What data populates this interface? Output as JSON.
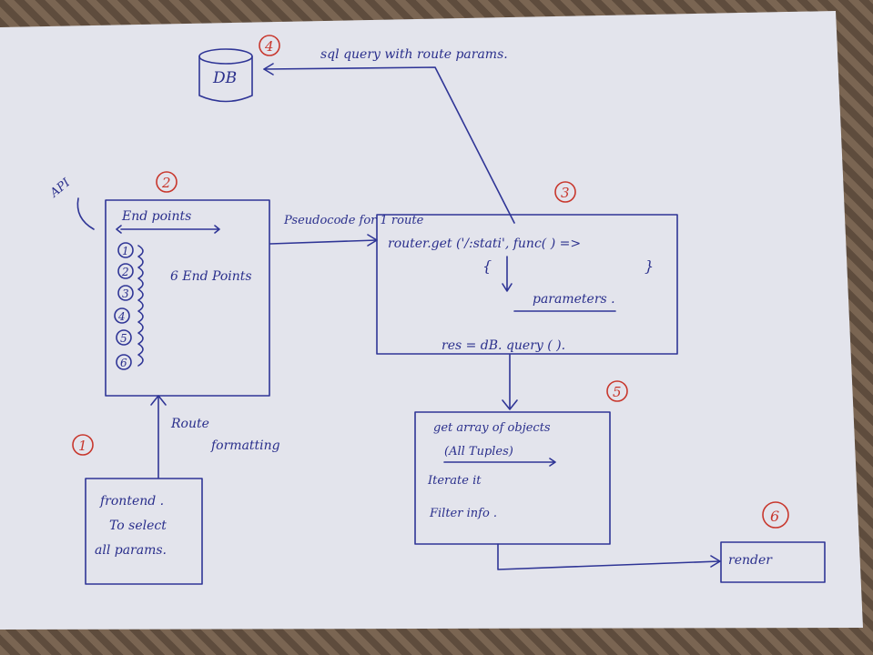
{
  "db": {
    "label": "DB",
    "step": "4"
  },
  "sql_arrow_label": "sql query with route params.",
  "api_label": "API",
  "endpoints_box": {
    "step": "2",
    "heading": "End points",
    "items": [
      "1",
      "2",
      "3",
      "4",
      "5",
      "6"
    ],
    "summary": "6 End Points"
  },
  "pseudocode_label": "Pseudocode for 1 route",
  "router_box": {
    "step": "3",
    "line1": "router.get ('/:stati', func( ) =>",
    "open_brace": "{",
    "close_brace": "}",
    "params": "parameters .",
    "query": "res = dB. query ( )."
  },
  "route_formatting": {
    "line1": "Route",
    "line2": "formatting"
  },
  "frontend_box": {
    "step": "1",
    "line1": "frontend .",
    "line2": "To select",
    "line3": "all params."
  },
  "tuples_box": {
    "step": "5",
    "line1": "get array of objects",
    "line2": "(All Tuples)",
    "line3": "Iterate it",
    "line4": "Filter info ."
  },
  "render_box": {
    "step": "6",
    "label": "render"
  }
}
